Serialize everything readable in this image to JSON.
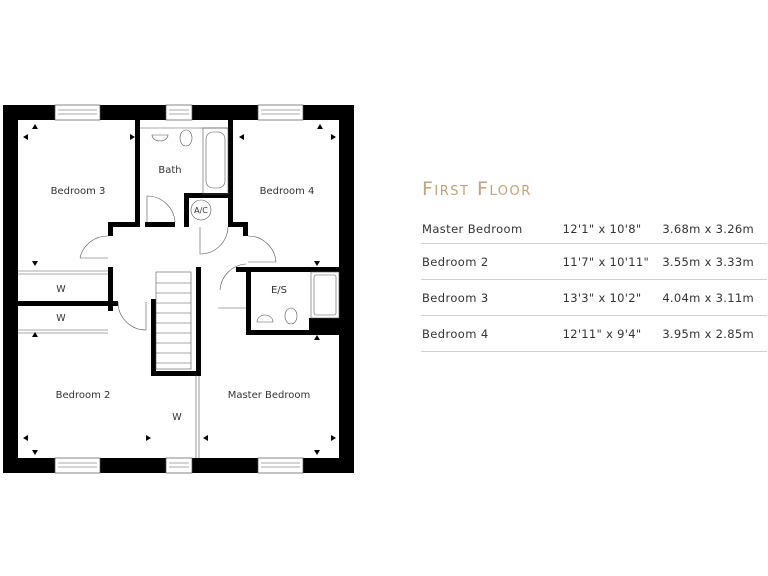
{
  "floor_plan": {
    "rooms": [
      {
        "id": "bedroom-3",
        "label": "Bedroom 3"
      },
      {
        "id": "bath",
        "label": "Bath"
      },
      {
        "id": "ac",
        "label": "A/C"
      },
      {
        "id": "bedroom-4",
        "label": "Bedroom 4"
      },
      {
        "id": "wardrobe-1",
        "label": "W"
      },
      {
        "id": "wardrobe-2",
        "label": "W"
      },
      {
        "id": "ensuite",
        "label": "E/S"
      },
      {
        "id": "bedroom-2",
        "label": "Bedroom 2"
      },
      {
        "id": "wardrobe-3",
        "label": "W"
      },
      {
        "id": "master-bedroom",
        "label": "Master Bedroom"
      }
    ]
  },
  "panel": {
    "title": "First Floor",
    "rows": [
      {
        "room": "Master Bedroom",
        "imperial": "12'1\" x 10'8\"",
        "metric": "3.68m x 3.26m"
      },
      {
        "room": "Bedroom 2",
        "imperial": "11'7\" x 10'11\"",
        "metric": "3.55m x 3.33m"
      },
      {
        "room": "Bedroom 3",
        "imperial": "13'3\" x 10'2\"",
        "metric": "4.04m x 3.11m"
      },
      {
        "room": "Bedroom 4",
        "imperial": "12'11\" x 9'4\"",
        "metric": "3.95m x 2.85m"
      }
    ]
  },
  "colors": {
    "title": "#c2a17c",
    "walls": "#000000",
    "divider": "#cfcfcf"
  }
}
